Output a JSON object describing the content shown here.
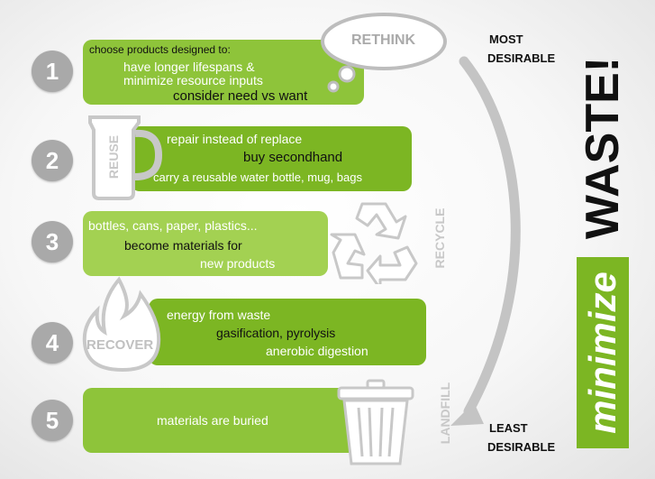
{
  "steps": [
    {
      "number": "1",
      "icon_label": "RETHINK",
      "lines": [
        "choose products designed to:",
        "have longer lifespans &",
        "minimize resource inputs",
        "consider need vs want"
      ]
    },
    {
      "number": "2",
      "icon_label": "REUSE",
      "lines": [
        "repair instead of replace",
        "buy secondhand",
        "carry a reusable water bottle, mug, bags"
      ]
    },
    {
      "number": "3",
      "icon_label": "RECYCLE",
      "lines": [
        "bottles, cans, paper, plastics...",
        "become materials for",
        "new products"
      ]
    },
    {
      "number": "4",
      "icon_label": "RECOVER",
      "lines": [
        "energy from waste",
        "gasification, pyrolysis",
        "anerobic digestion"
      ]
    },
    {
      "number": "5",
      "icon_label": "LANDFILL",
      "lines": [
        "materials are buried"
      ]
    }
  ],
  "scale": {
    "top": [
      "MOST",
      "DESIRABLE"
    ],
    "bottom": [
      "LEAST",
      "DESIRABLE"
    ]
  },
  "banner": {
    "word1": "minimize",
    "word2": "WASTE!"
  },
  "colors": {
    "green_dark": "#7cb623",
    "green_mid": "#8ec43a",
    "green_light": "#a3d152",
    "gray_icon": "#c8c8c8",
    "number_gray": "#a9a9a9"
  }
}
